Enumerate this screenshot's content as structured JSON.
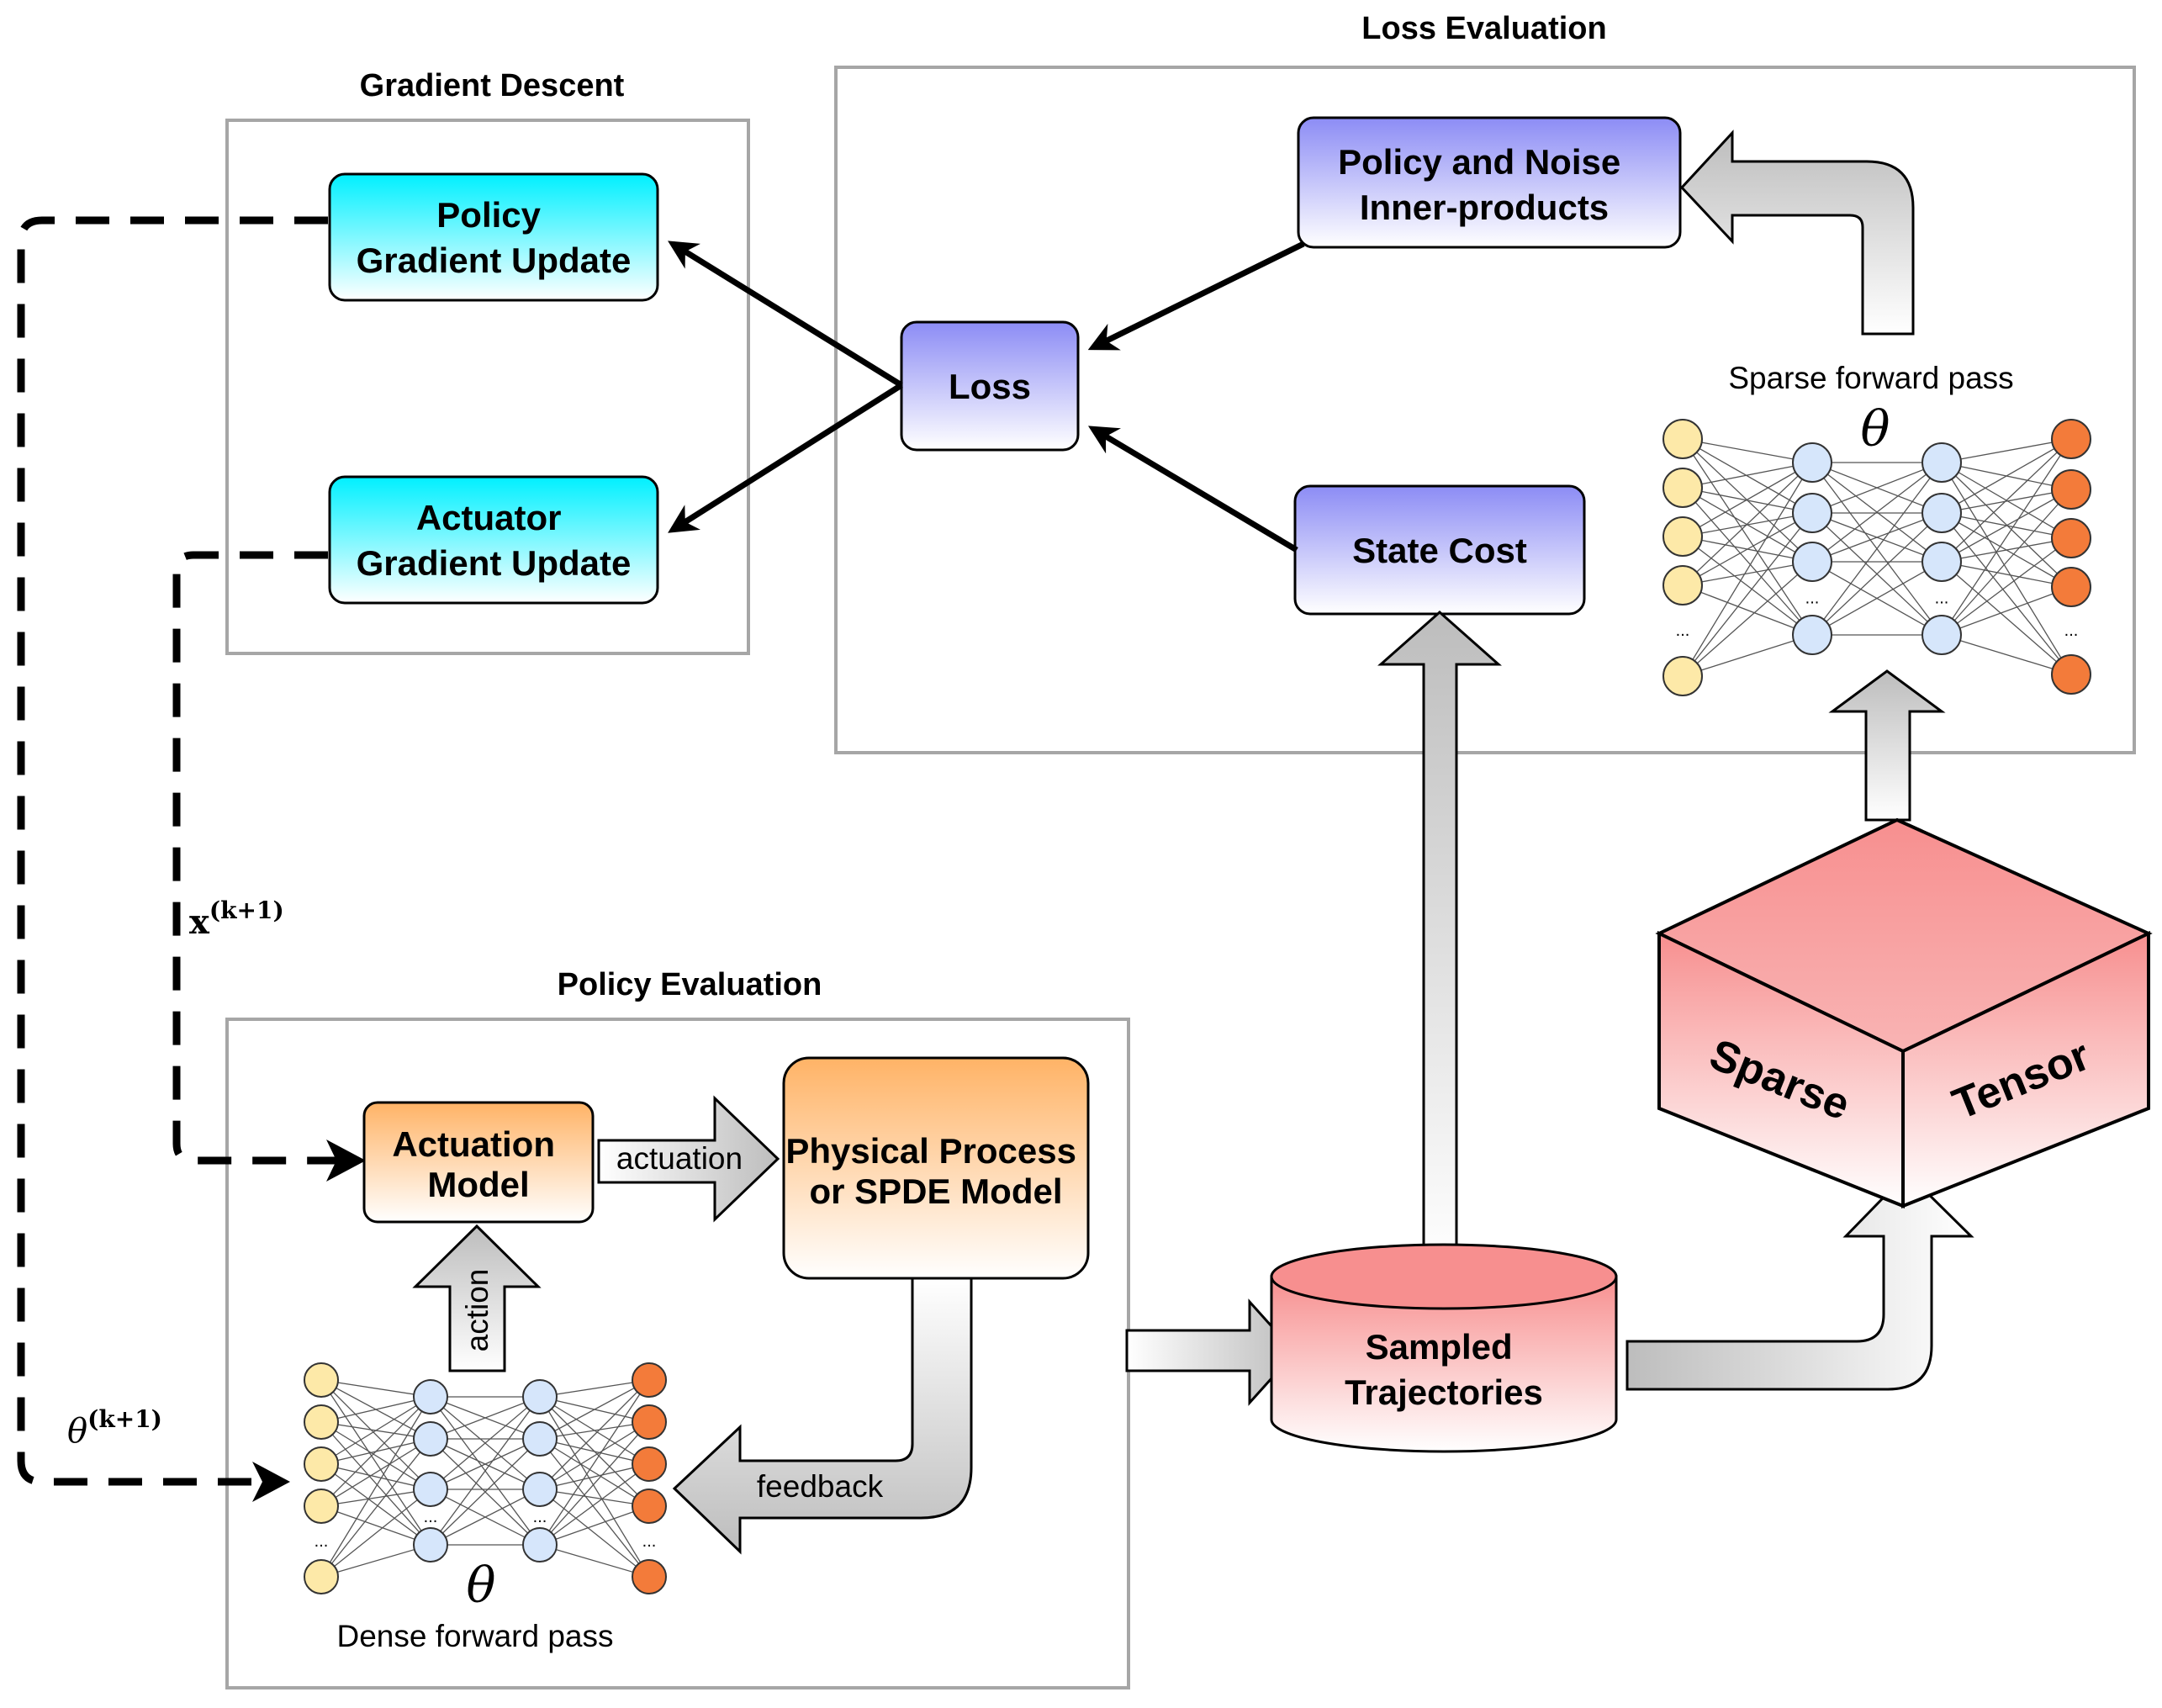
{
  "sections": {
    "gradient_descent": "Gradient Descent",
    "loss_evaluation": "Loss Evaluation",
    "policy_evaluation": "Policy Evaluation"
  },
  "nodes": {
    "policy_gradient_update": [
      "Policy",
      "Gradient Update"
    ],
    "actuator_gradient_update": [
      "Actuator",
      "Gradient Update"
    ],
    "loss": "Loss",
    "policy_noise_inner_products": [
      "Policy and Noise",
      "Inner-products"
    ],
    "state_cost": "State Cost",
    "actuation_model": [
      "Actuation",
      "Model"
    ],
    "physical_process": [
      "Physical Process",
      "or SPDE Model"
    ],
    "sampled_trajectories": [
      "Sampled",
      "Trajectories"
    ]
  },
  "arrow_labels": {
    "actuation": "actuation",
    "action": "action",
    "feedback": "feedback"
  },
  "captions": {
    "sparse_forward_pass": "Sparse forward pass",
    "dense_forward_pass": "Dense forward pass",
    "theta": "θ",
    "ellipsis": "..."
  },
  "tensor_cube": {
    "left_face": "Sparse",
    "right_face": "Tensor"
  },
  "feedback_labels": {
    "x_next_base": "x",
    "x_next_sup": "(k+1)",
    "theta_next_base": "θ",
    "theta_next_sup": "(k+1)"
  },
  "colors": {
    "gradient_box": "#00f0ff",
    "loss_box": "#8c8cf5",
    "actuation_box": "#ffb366",
    "sampled_box": "#f78f8f",
    "input_neuron": "#fde9a8",
    "hidden_neuron": "#d6e6fb",
    "output_neuron": "#f37b3a",
    "section_border": "#a6a6a6"
  }
}
